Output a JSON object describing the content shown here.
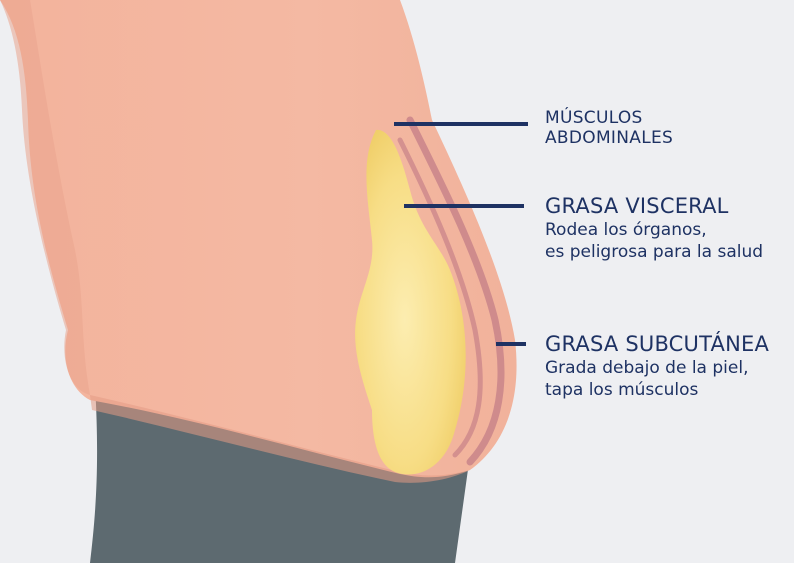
{
  "labels": {
    "muscles": {
      "line1": "MÚSCULOS",
      "line2": "ABDOMINALES"
    },
    "visceral": {
      "title": "GRASA VISCERAL",
      "desc1": "Rodea los órganos,",
      "desc2": "es peligrosa para la salud"
    },
    "subcutaneous": {
      "title": "GRASA SUBCUTÁNEA",
      "desc1": "Grada debajo de la piel,",
      "desc2": "tapa los músculos"
    }
  },
  "colors": {
    "background": "#eeeff2",
    "skin": "#f4b8a1",
    "skin_shadow": "#e39a86",
    "muscle_band": "#c9848a",
    "fat": "#f5d879",
    "fat_light": "#fbeaa2",
    "pants": "#5d6a70",
    "leader_line": "#1e3263"
  }
}
